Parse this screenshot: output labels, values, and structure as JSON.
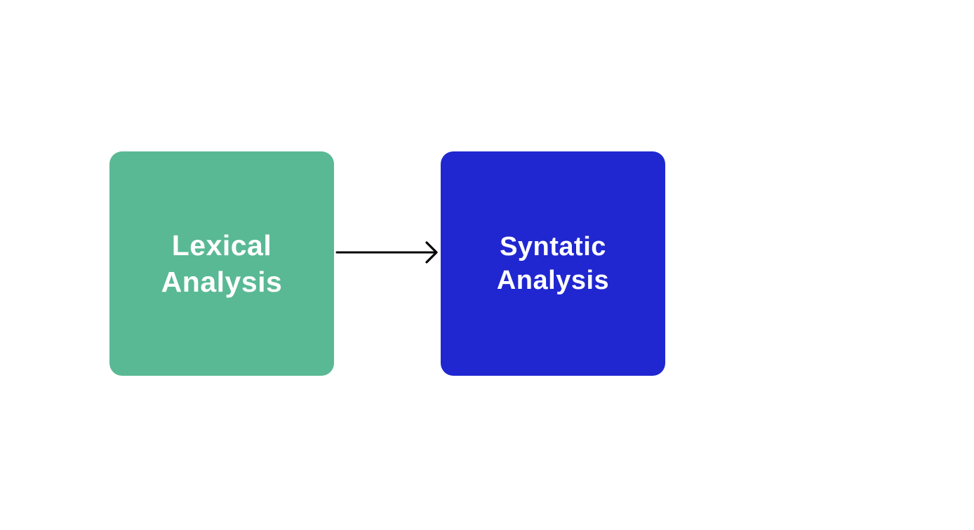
{
  "diagram": {
    "nodes": [
      {
        "id": "lexical",
        "label_lines": [
          "Lexical",
          "Analysis"
        ],
        "color": "#59b994"
      },
      {
        "id": "syntatic",
        "label_lines": [
          "Syntatic",
          "Analysis"
        ],
        "color": "#2027d0"
      }
    ],
    "edges": [
      {
        "from": "lexical",
        "to": "syntatic",
        "color": "#000000"
      }
    ]
  }
}
